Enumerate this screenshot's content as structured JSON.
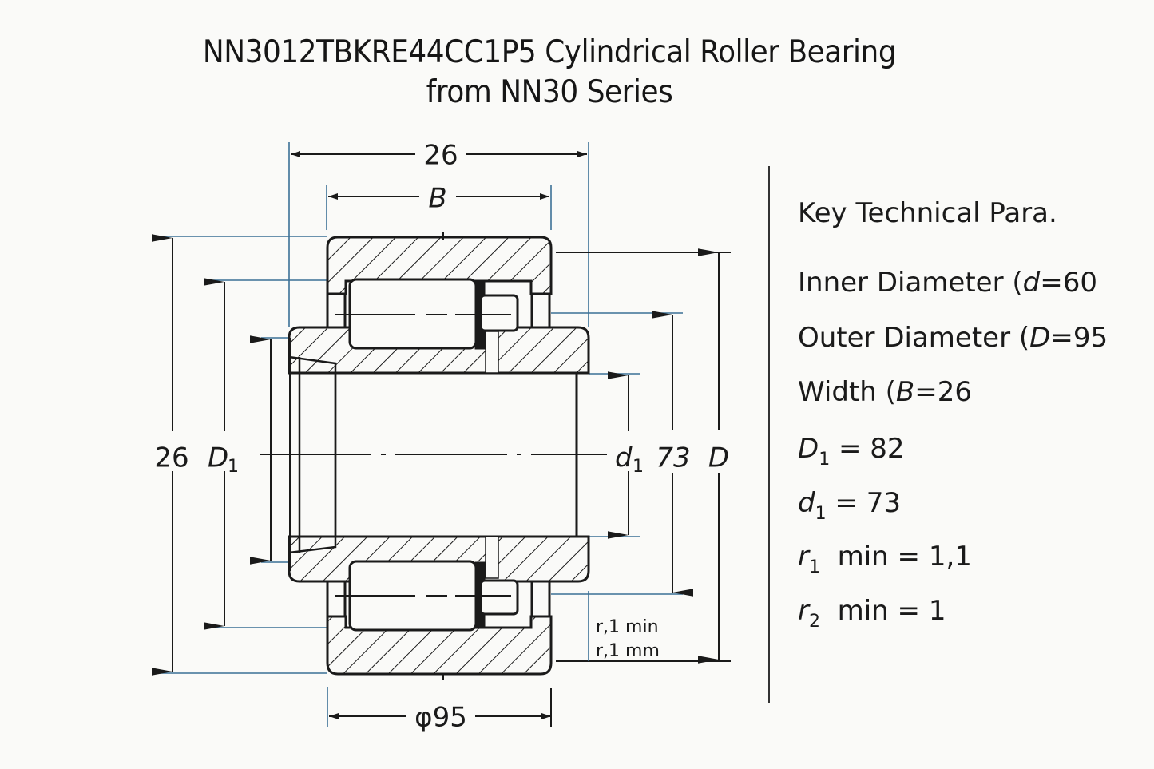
{
  "title": {
    "line1": "NN3012TBKRE44CC1P5 Cylindrical Roller Bearing",
    "line2": "from NN30 Series"
  },
  "colors": {
    "outline": "#1a1a1a",
    "extension_lines": "#3b7096",
    "background": "#fafaf8"
  },
  "drawing_labels": {
    "top_width": "26",
    "width_symbol": "B",
    "left_outer": "26",
    "left_D1_symbol": "D",
    "left_D1_sub": "1",
    "right_d1_symbol": "d",
    "right_d1_sub": "1",
    "right_73": "73",
    "right_D": "D",
    "bottom_diameter": "φ95",
    "radius_note_1": "r,1 min",
    "radius_note_2": "r,1 mm"
  },
  "parameters": {
    "heading": "Key Technical Para.",
    "items": [
      {
        "label": "Inner Diameter (",
        "symbol": "d",
        "sub": "",
        "eq": "=",
        "value": "60"
      },
      {
        "label": "Outer Diameter (",
        "symbol": "D",
        "sub": "",
        "eq": "=",
        "value": "95"
      },
      {
        "label": "Width (",
        "symbol": "B",
        "sub": "",
        "eq": "=",
        "value": "26"
      },
      {
        "label": "",
        "symbol": "D",
        "sub": "1",
        "eq": " = ",
        "value": "82"
      },
      {
        "label": "",
        "symbol": "d",
        "sub": "1",
        "eq": " = ",
        "value": "73"
      },
      {
        "label": "",
        "symbol": "r",
        "sub": "1",
        "suffix": "  min",
        "eq": " = ",
        "value": "1,1"
      },
      {
        "label": "",
        "symbol": "r",
        "sub": "2",
        "suffix": "  min",
        "eq": " = ",
        "value": "1"
      }
    ]
  }
}
